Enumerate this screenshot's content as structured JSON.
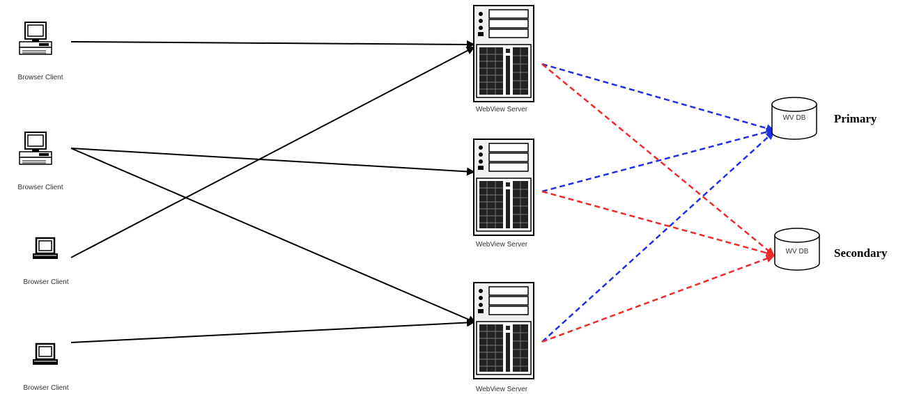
{
  "clients": [
    {
      "label": "Browser Client",
      "kind": "desktop"
    },
    {
      "label": "Browser Client",
      "kind": "desktop"
    },
    {
      "label": "Browser Client",
      "kind": "laptop"
    },
    {
      "label": "Browser Client",
      "kind": "laptop"
    }
  ],
  "servers": [
    {
      "label": "WebView Server"
    },
    {
      "label": "WebView Server"
    },
    {
      "label": "WebView Server"
    }
  ],
  "databases": [
    {
      "label": "WV DB",
      "role": "Primary"
    },
    {
      "label": "WV DB",
      "role": "Secondary"
    }
  ],
  "colors": {
    "client_link": "#000000",
    "primary_link": "#1f2ee8",
    "secondary_link": "#ee2a2a"
  }
}
